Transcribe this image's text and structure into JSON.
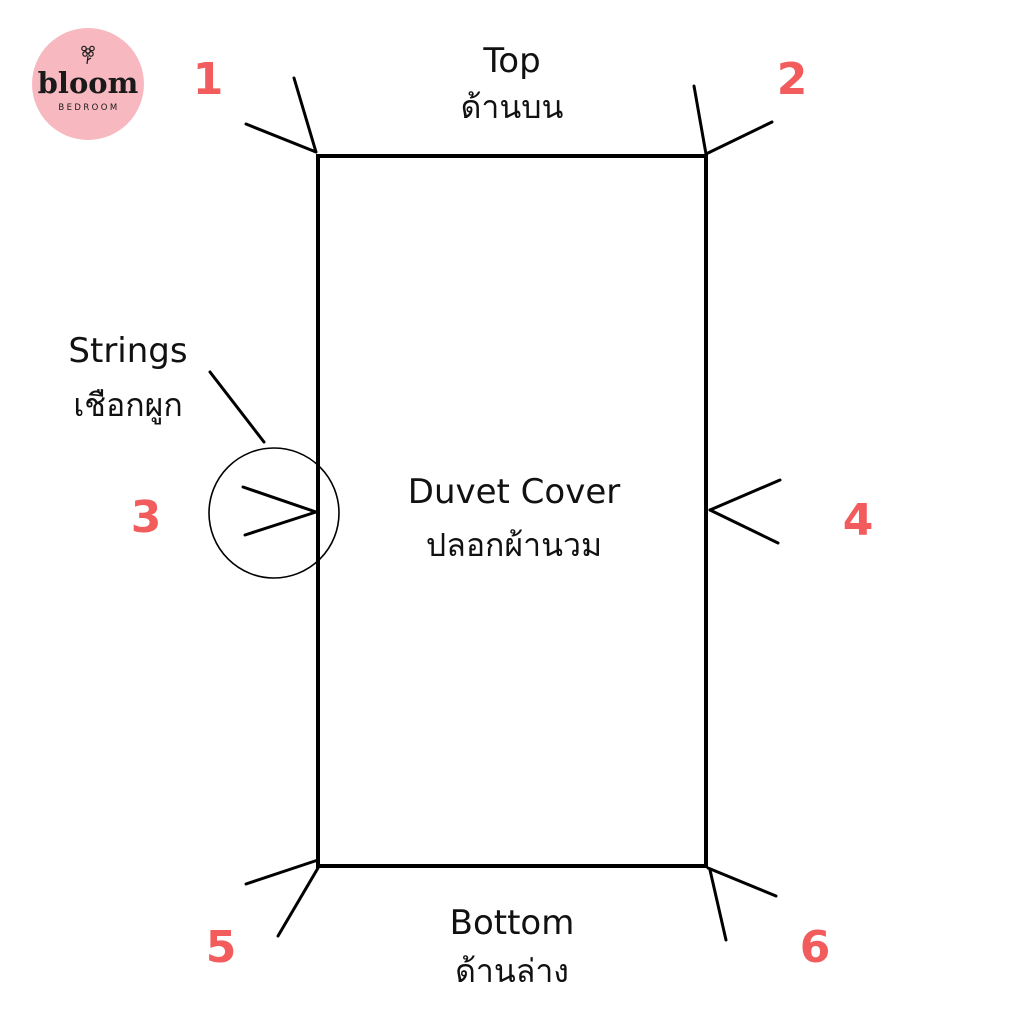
{
  "logo": {
    "brand": "bloom",
    "sub": "BEDROOM",
    "colors": {
      "circle": "#F7B9BF",
      "text": "#1a1a1a"
    }
  },
  "colors": {
    "number": "#F25C5C",
    "line": "#000000"
  },
  "labels": {
    "top_en": "Top",
    "top_th": "ด้านบน",
    "bottom_en": "Bottom",
    "bottom_th": "ด้านล่าง",
    "strings_en": "Strings",
    "strings_th": "เชือกผูก",
    "center_en": "Duvet Cover",
    "center_th": "ปลอกผ้านวม"
  },
  "numbers": [
    "1",
    "2",
    "3",
    "4",
    "5",
    "6"
  ]
}
